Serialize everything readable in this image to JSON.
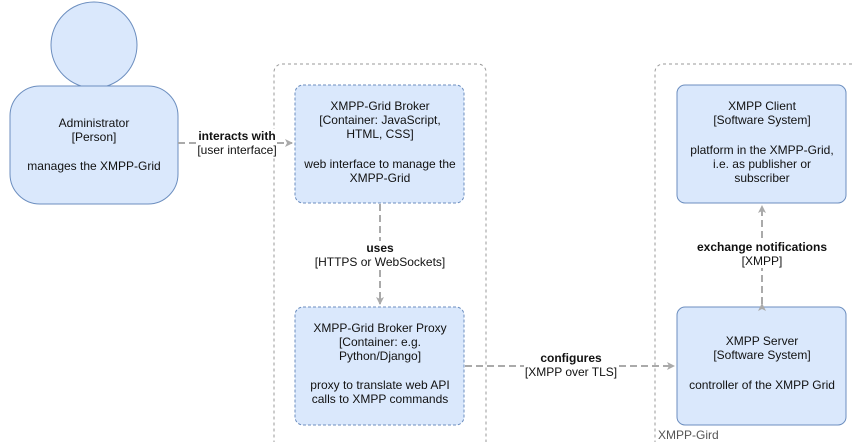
{
  "person": {
    "name": "Administrator",
    "type": "[Person]",
    "description": "manages the XMPP-Grid"
  },
  "broker": {
    "lines": [
      "XMPP-Grid Broker",
      "[Container: JavaScript,",
      "HTML, CSS]",
      "",
      "web interface to manage the",
      "XMPP-Grid"
    ]
  },
  "proxy": {
    "lines": [
      "XMPP-Grid Broker Proxy",
      "[Container: e.g.",
      "Python/Django]",
      "",
      "proxy to translate web API",
      "calls to XMPP commands"
    ]
  },
  "client": {
    "lines": [
      "XMPP Client",
      "[Software System]",
      "",
      "platform in the XMPP-Grid,",
      "i.e. as publisher or",
      "subscriber"
    ]
  },
  "server": {
    "lines": [
      "XMPP Server",
      "[Software System]",
      "",
      "controller of the XMPP Grid"
    ]
  },
  "boundary_label": "XMPP-Gird",
  "edges": {
    "interacts": {
      "title": "interacts with",
      "tech": "[user interface]"
    },
    "uses": {
      "title": "uses",
      "tech": "[HTTPS or WebSockets]"
    },
    "configures": {
      "title": "configures",
      "tech": "[XMPP over TLS]"
    },
    "exchange": {
      "title": "exchange notifications",
      "tech": "[XMPP]"
    }
  },
  "colors": {
    "box_fill": "#dae8fc",
    "box_stroke": "#6c8ebf",
    "arrow": "#aaaaaa",
    "boundary": "#999999"
  }
}
